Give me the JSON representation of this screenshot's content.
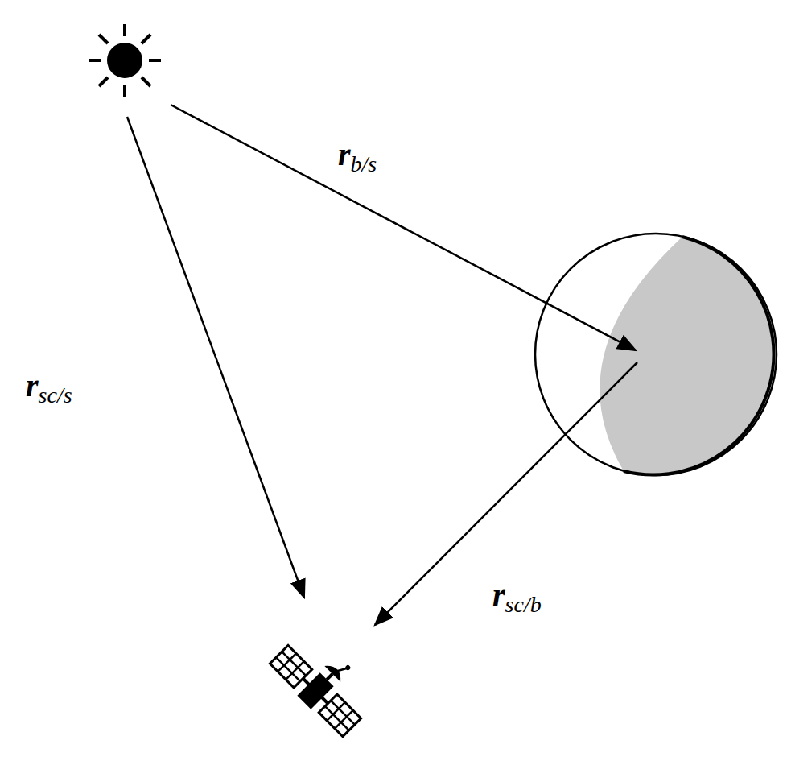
{
  "diagram": {
    "labels": [
      "r",
      "b/s",
      "r",
      "sc/s",
      "r",
      "sc/b"
    ]
  }
}
